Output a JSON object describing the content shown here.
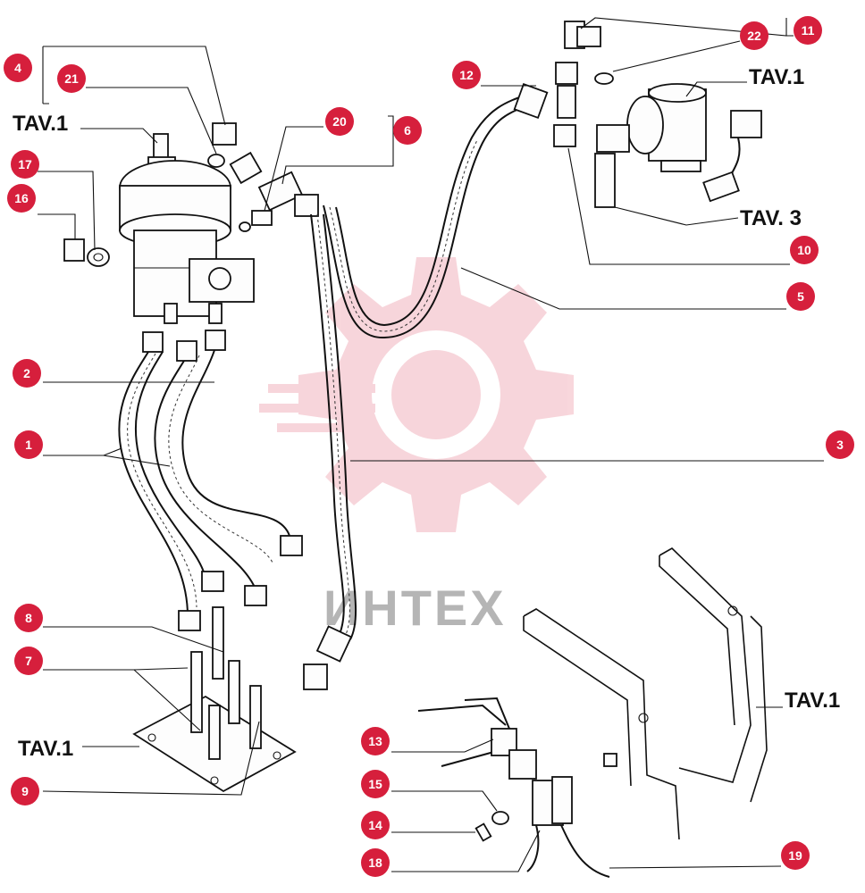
{
  "callouts": [
    "1",
    "2",
    "3",
    "4",
    "5",
    "6",
    "7",
    "8",
    "9",
    "10",
    "11",
    "12",
    "13",
    "14",
    "15",
    "16",
    "17",
    "18",
    "19",
    "20",
    "21",
    "22"
  ],
  "labels": {
    "tav_main_valve": "TAV.1",
    "tav_top_right": "TAV.1",
    "tav_right_mid": "TAV. 3",
    "tav_base_plate": "TAV.1",
    "tav_pedal": "TAV.1"
  },
  "watermark": {
    "text": "ИНТЕХ",
    "color": "#d61f3c"
  },
  "colors": {
    "badge": "#d61f3c",
    "line": "#111111"
  }
}
